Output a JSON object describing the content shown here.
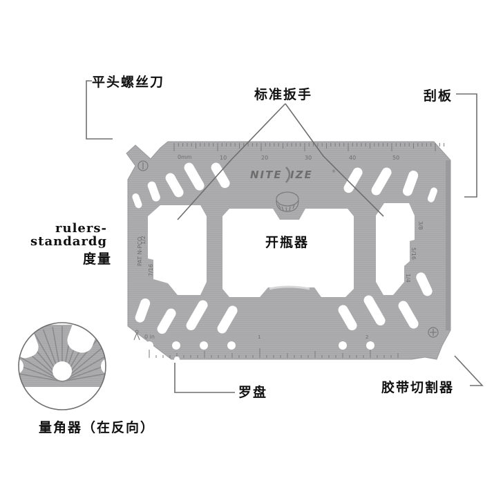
{
  "title": "Nite Ize multi-tool card diagram",
  "labels": {
    "flathead_screwdriver": "平头螺丝刀",
    "standard_wrench": "标准扳手",
    "scraper": "刮板",
    "rulers_line1": "rulers-",
    "rulers_line2": "standardg",
    "rulers_line3": "度量",
    "bottle_opener": "开瓶器",
    "compass": "罗盘",
    "strap_cutter": "胶带切割器",
    "protractor": "量角器（在反向）"
  },
  "card": {
    "brand": "NITE IZE",
    "brand_left": "NITE",
    "brand_right": "IZE",
    "trademark": "®",
    "patent": "PAT N-PCO",
    "mm_ruler": {
      "unit_label": "0mm",
      "ticks": [
        "10",
        "20",
        "30",
        "40",
        "50"
      ]
    },
    "inch_ruler": {
      "unit_label": "0 in",
      "ticks": [
        "1",
        "2"
      ]
    },
    "wrench_sizes_left": [
      "1/2",
      "7/16"
    ],
    "wrench_sizes_right": [
      "3/8",
      "5/16",
      "1/4"
    ]
  },
  "colors": {
    "steel": "#a9a9ab",
    "steel_dark": "#8f8f92",
    "line": "#6e6e6e",
    "text": "#111111"
  }
}
